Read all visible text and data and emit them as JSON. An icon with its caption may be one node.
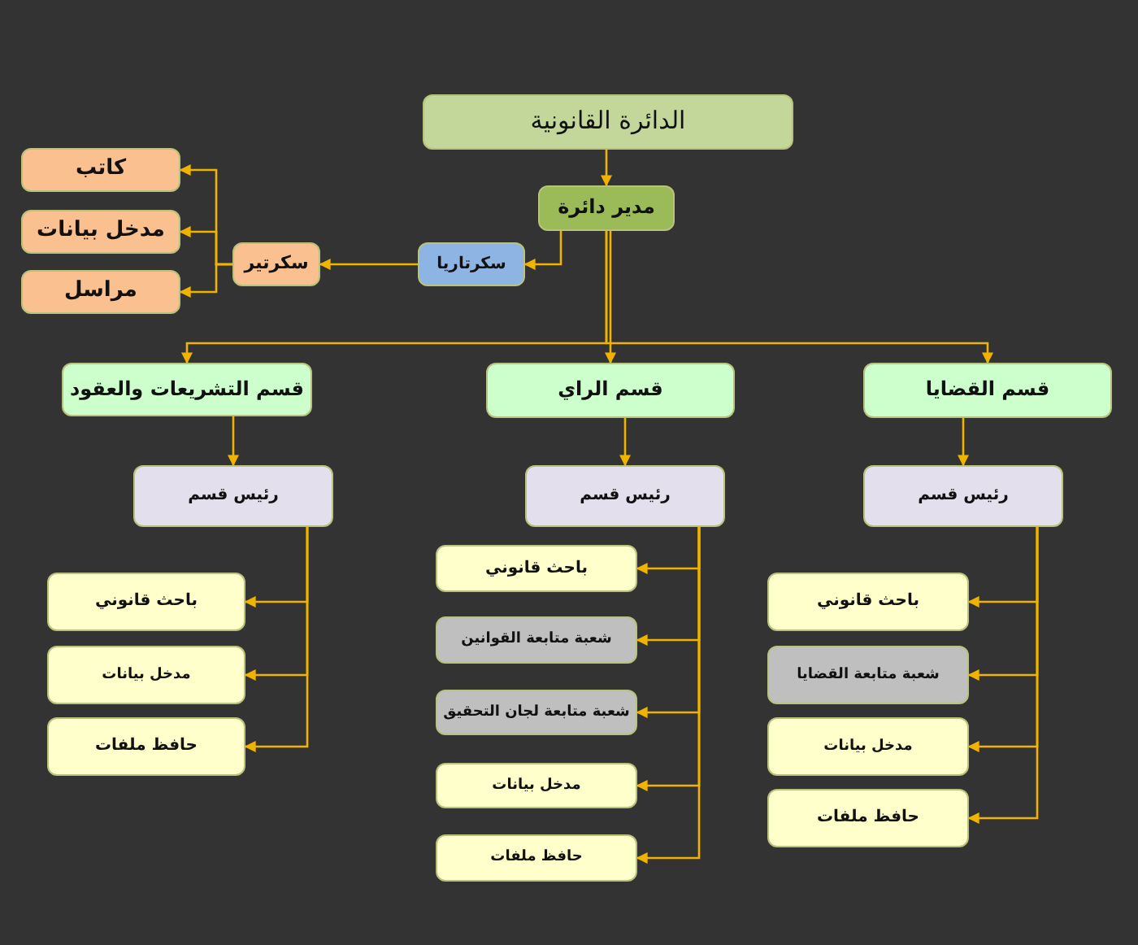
{
  "diagram": {
    "nodes": [
      {
        "text": [
          "الدائرة القانونية"
        ]
      },
      {
        "text": [
          "مدير دائرة"
        ]
      },
      {
        "text": [
          "سكرتاريا"
        ]
      },
      {
        "text": [
          "سكرتير"
        ]
      },
      {
        "text": [
          "كاتب"
        ]
      },
      {
        "text": [
          "مدخل بيانات"
        ]
      },
      {
        "text": [
          "مراسل"
        ]
      },
      {
        "text": [
          "قسم التشريعات والعقود"
        ]
      },
      {
        "text": [
          "قسم الراي"
        ]
      },
      {
        "text": [
          "قسم القضايا"
        ]
      },
      {
        "text": [
          "رئيس قسم"
        ]
      },
      {
        "text": [
          "رئيس قسم"
        ]
      },
      {
        "text": [
          "رئيس قسم"
        ]
      },
      {
        "text": [
          "باحث قانوني"
        ]
      },
      {
        "text": [
          "مدخل بيانات"
        ]
      },
      {
        "text": [
          "حافظ ملفات"
        ]
      },
      {
        "text": [
          "باحث قانوني"
        ]
      },
      {
        "text": [
          "شعبة متابعة القوانين"
        ]
      },
      {
        "text": [
          "شعبة متابعة لجان التحقيق"
        ]
      },
      {
        "text": [
          "مدخل بيانات"
        ]
      },
      {
        "text": [
          "حافظ ملفات"
        ]
      },
      {
        "text": [
          "باحث قانوني"
        ]
      },
      {
        "text": [
          "شعبة متابعة القضايا"
        ]
      },
      {
        "text": [
          "مدخل بيانات"
        ]
      },
      {
        "text": [
          "حافظ ملفات"
        ]
      }
    ],
    "edges": [
      {
        "from": 0,
        "to": 1,
        "arrow": "to"
      },
      {
        "from": 1,
        "to": 2,
        "arrow": "to"
      },
      {
        "from": 2,
        "to": 3,
        "arrow": "to"
      },
      {
        "from": 3,
        "to": 4,
        "arrow": "to"
      },
      {
        "from": 3,
        "to": 5,
        "arrow": "to"
      },
      {
        "from": 3,
        "to": 6,
        "arrow": "to"
      },
      {
        "from": 1,
        "to": 7,
        "arrow": "to"
      },
      {
        "from": 1,
        "to": 8,
        "arrow": "to"
      },
      {
        "from": 1,
        "to": 9,
        "arrow": "to"
      },
      {
        "from": 7,
        "to": 10,
        "arrow": "to"
      },
      {
        "from": 8,
        "to": 11,
        "arrow": "to"
      },
      {
        "from": 9,
        "to": 12,
        "arrow": "to"
      },
      {
        "from": 10,
        "to": 13,
        "arrow": "to"
      },
      {
        "from": 10,
        "to": 14,
        "arrow": "to"
      },
      {
        "from": 10,
        "to": 15,
        "arrow": "to"
      },
      {
        "from": 11,
        "to": 16,
        "arrow": "to"
      },
      {
        "from": 11,
        "to": 17,
        "arrow": "to"
      },
      {
        "from": 11,
        "to": 18,
        "arrow": "to"
      },
      {
        "from": 11,
        "to": 19,
        "arrow": "to"
      },
      {
        "from": 11,
        "to": 20,
        "arrow": "to"
      },
      {
        "from": 12,
        "to": 21,
        "arrow": "to"
      },
      {
        "from": 12,
        "to": 22,
        "arrow": "to"
      },
      {
        "from": 12,
        "to": 23,
        "arrow": "to"
      },
      {
        "from": 12,
        "to": 24,
        "arrow": "to"
      }
    ]
  }
}
